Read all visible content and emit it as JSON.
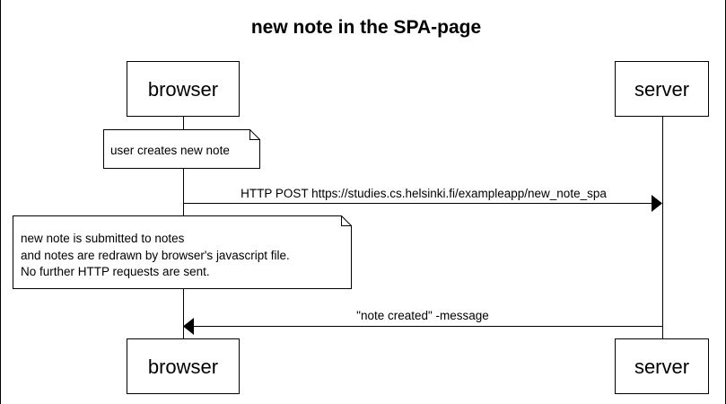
{
  "diagram": {
    "type": "sequence",
    "title": "new note in the SPA-page",
    "actors": {
      "browser": "browser",
      "server": "server"
    },
    "notes": {
      "first": {
        "lines": [
          "user creates new note"
        ]
      },
      "second": {
        "lines": [
          "new note is submitted to notes",
          "and notes are redrawn by browser's javascript file.",
          "No further HTTP requests are sent."
        ]
      }
    },
    "messages": {
      "post": {
        "from": "browser",
        "to": "server",
        "label": "HTTP POST https://studies.cs.helsinki.fi/exampleapp/new_note_spa"
      },
      "reply": {
        "from": "server",
        "to": "browser",
        "label": "\"note created\" -message"
      }
    },
    "colors": {
      "stroke": "#000000",
      "background": "#ffffff",
      "page_border": "#000000"
    }
  }
}
